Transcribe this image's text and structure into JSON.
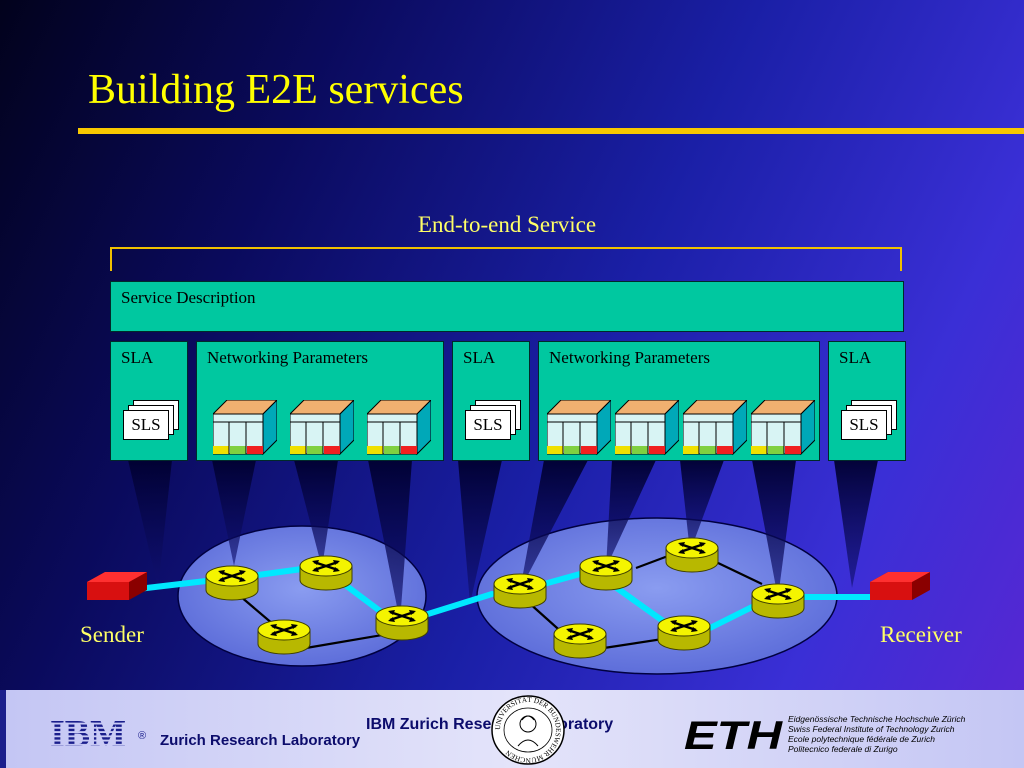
{
  "slide": {
    "title": "Building E2E services",
    "end_to_end_label": "End-to-end Service",
    "service_description": "Service Description",
    "boxes": [
      {
        "label": "SLA",
        "sls_label": "SLS"
      },
      {
        "label": "Networking Parameters"
      },
      {
        "label": "SLA",
        "sls_label": "SLS"
      },
      {
        "label": "Networking Parameters"
      },
      {
        "label": "SLA",
        "sls_label": "SLS"
      }
    ],
    "sender_label": "Sender",
    "receiver_label": "Receiver"
  },
  "footer": {
    "ibm_logo": "IBM",
    "registered_mark": "®",
    "left_text": "Zurich Research Laboratory",
    "center_text": "IBM Zurich Research Laboratory",
    "seal_text": "UNIVERSITÄT DER BUNDESWEHR MÜNCHEN",
    "eth_logo": "ETH",
    "eth_lines": [
      "Eidgenössische Technische Hochschule Zürich",
      "Swiss Federal Institute of Technology Zurich",
      "Ecole polytechnique fédérale de Zurich",
      "Politecnico federale di Zurigo"
    ]
  },
  "colors": {
    "title": "#ffff00",
    "accent_rule": "#f8c800",
    "box_fill": "#00c8a0",
    "router": "#e8e800",
    "link": "#00e8ff",
    "host": "#d81010",
    "footer_text": "#0c0c6c"
  }
}
